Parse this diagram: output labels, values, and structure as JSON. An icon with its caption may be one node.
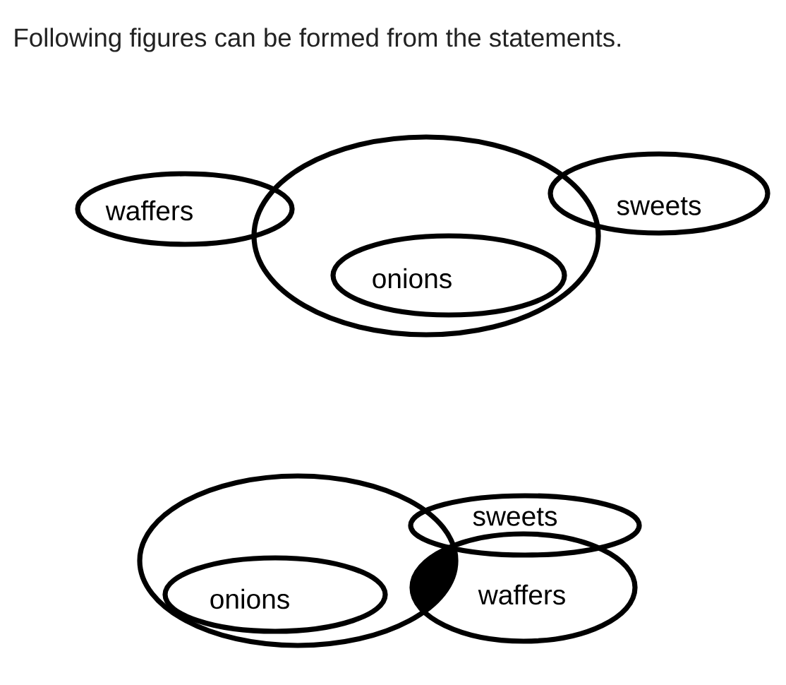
{
  "diagram": {
    "title": "Following figures can be formed from the statements.",
    "nodes": [
      {
        "text": [
          "waffers"
        ]
      },
      {
        "text": [],
        "shape": "ellipse"
      },
      {
        "text": [
          "onions"
        ],
        "in": 1
      },
      {
        "text": [
          "sweets"
        ]
      },
      {
        "text": [],
        "shape": "ellipse"
      },
      {
        "text": [
          "onions"
        ],
        "in": 4
      },
      {
        "text": [
          "sweets"
        ]
      },
      {
        "text": [
          "waffers"
        ]
      }
    ]
  }
}
